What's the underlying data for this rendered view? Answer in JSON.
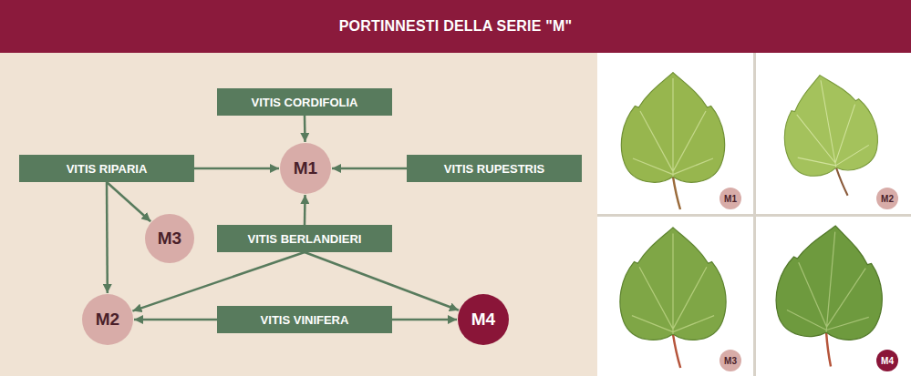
{
  "diagram": {
    "title": "PORTINNESTI DELLA SERIE \"M\"",
    "nodes": [
      {
        "text": [
          "VITIS CORDIFOLIA"
        ]
      },
      {
        "text": [
          "M1"
        ]
      },
      {
        "text": [
          "VITIS RIPARIA"
        ]
      },
      {
        "text": [
          "VITIS RUPESTRIS"
        ]
      },
      {
        "text": [
          "M3"
        ]
      },
      {
        "text": [
          "VITIS BERLANDIERI"
        ]
      },
      {
        "text": [
          "M2"
        ]
      },
      {
        "text": [
          "VITIS VINIFERA"
        ]
      },
      {
        "text": [
          "M4"
        ]
      },
      {
        "text": [
          "M1"
        ]
      },
      {
        "text": [
          "M2"
        ]
      },
      {
        "text": [
          "M3"
        ]
      },
      {
        "text": [
          "M4"
        ]
      }
    ],
    "edges": [
      {
        "from": 0,
        "to": 1,
        "arrow": "to"
      },
      {
        "from": 2,
        "to": 1,
        "arrow": "to"
      },
      {
        "from": 3,
        "to": 1,
        "arrow": "to"
      },
      {
        "from": 5,
        "to": 1,
        "arrow": "to"
      },
      {
        "from": 2,
        "to": 4,
        "arrow": "to"
      },
      {
        "from": 2,
        "to": 6,
        "arrow": "to"
      },
      {
        "from": 5,
        "to": 6,
        "arrow": "to"
      },
      {
        "from": 5,
        "to": 8,
        "arrow": "to"
      },
      {
        "from": 7,
        "to": 6,
        "arrow": "to"
      },
      {
        "from": 7,
        "to": 8,
        "arrow": "to"
      }
    ]
  }
}
